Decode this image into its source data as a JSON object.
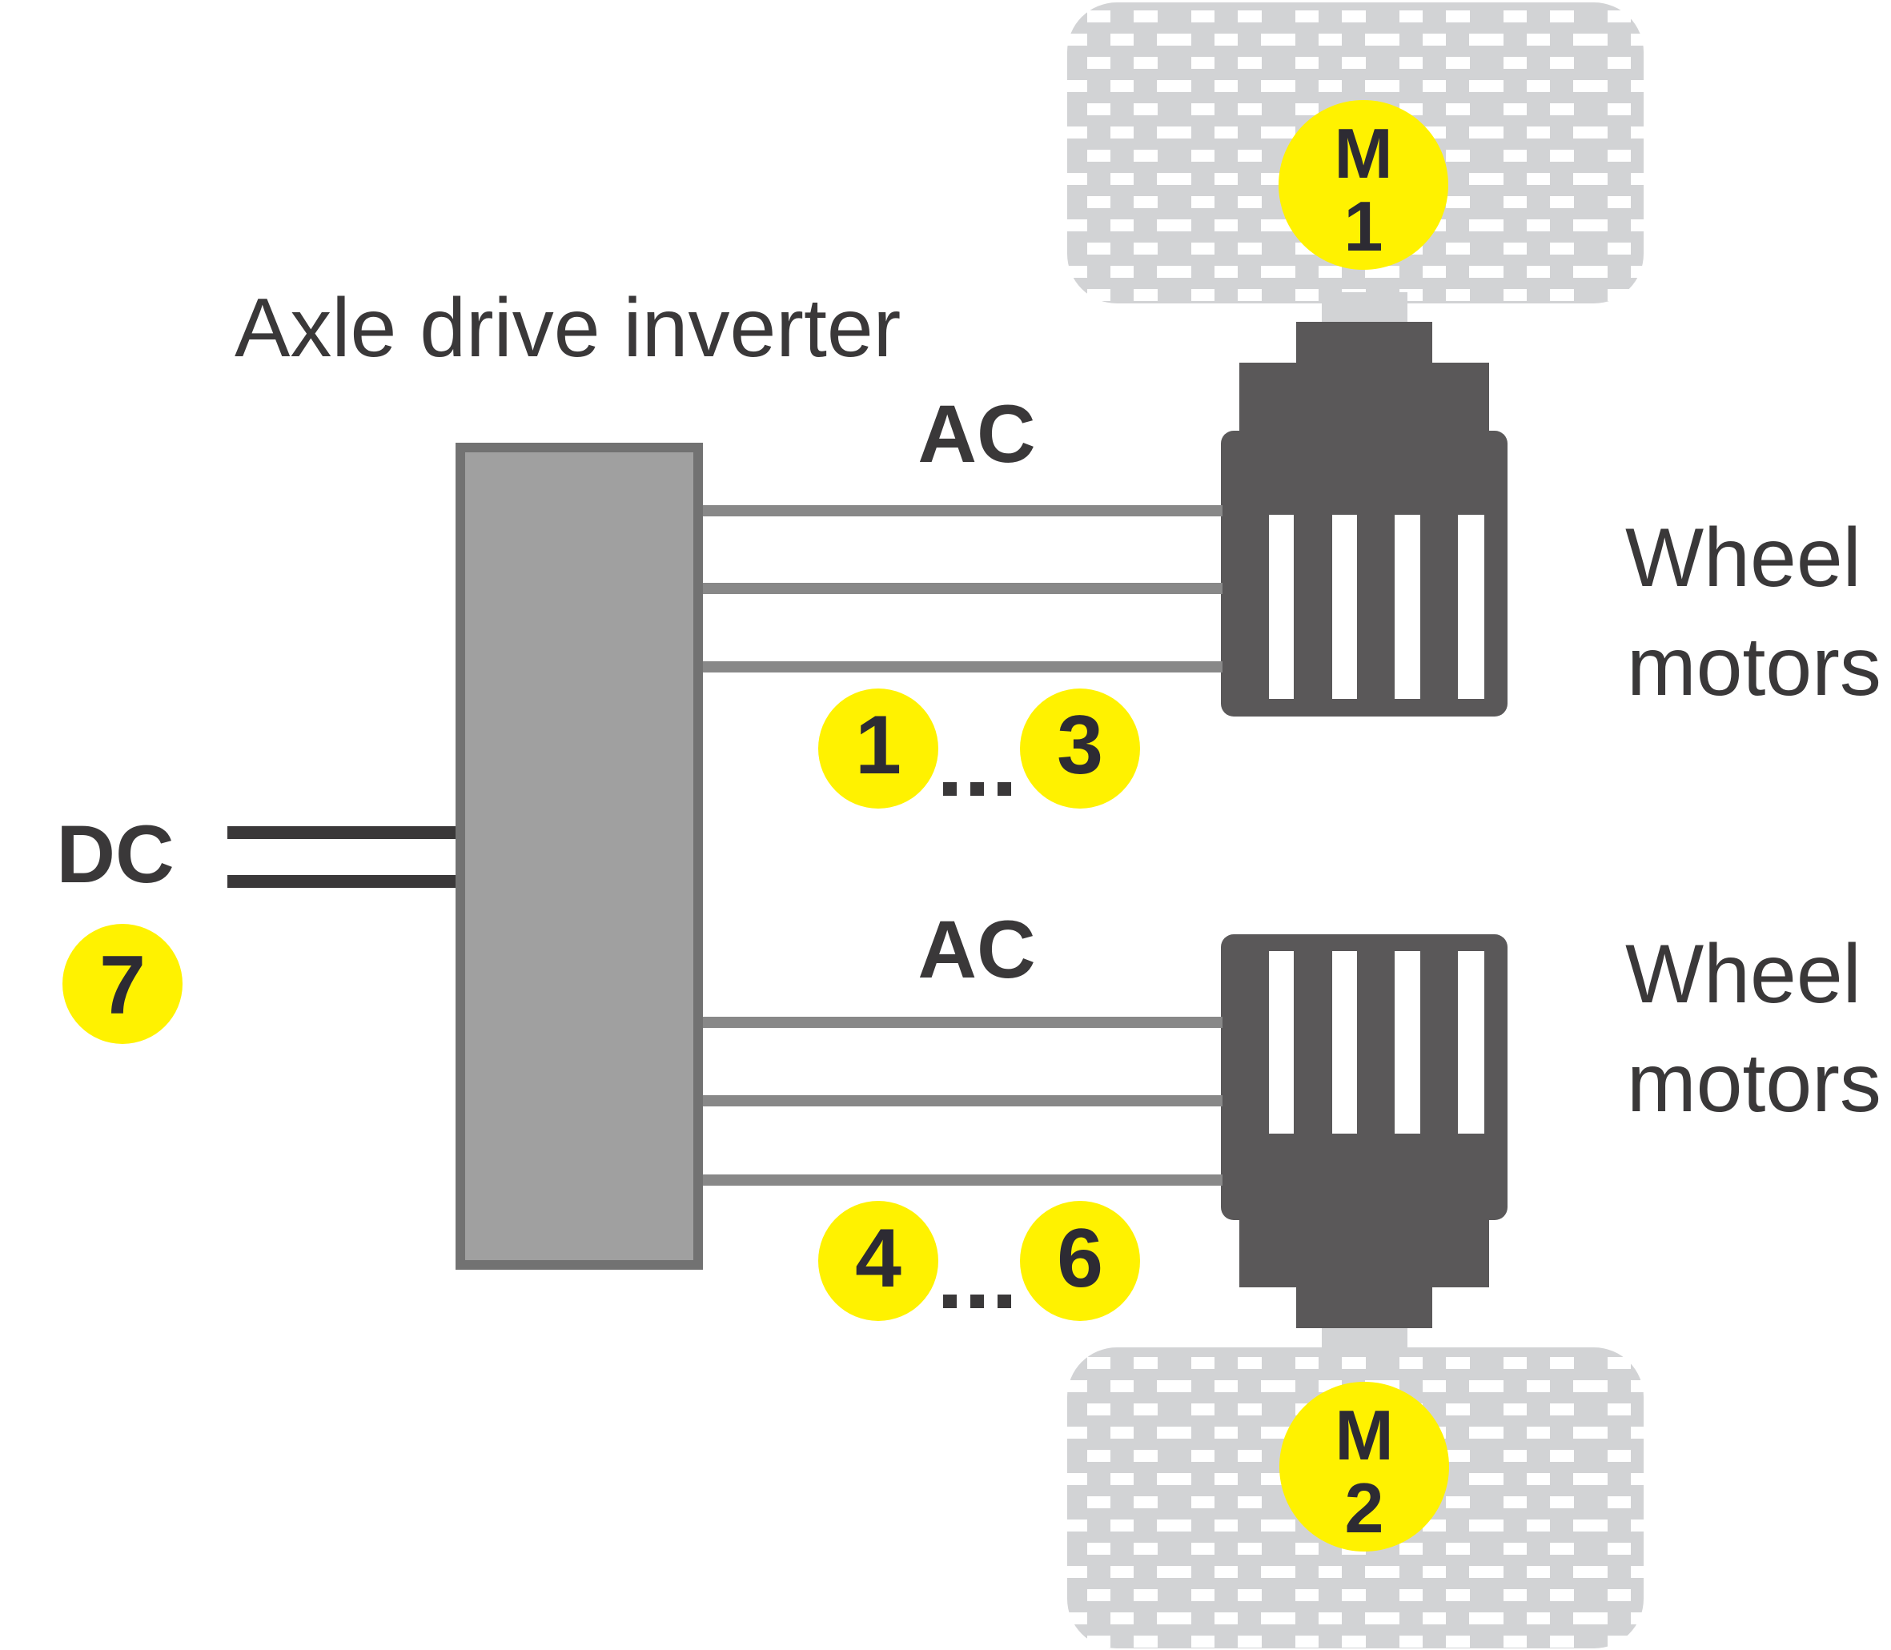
{
  "colors": {
    "badge": "#fff200",
    "motor": "#5a5859",
    "inverter_fill": "#a0a0a0",
    "inverter_border": "#727272",
    "wheel": "#d2d3d5",
    "ac_wire": "#888888",
    "dc_wire": "#3a3839",
    "text": "#3a3839"
  },
  "inverter": {
    "title": "Axle drive inverter"
  },
  "dc": {
    "label": "DC",
    "badge": "7"
  },
  "upper_branch": {
    "ac_label": "AC",
    "badge_start": "1",
    "badge_end": "3",
    "motor_label_line1": "Wheel",
    "motor_label_line2": "motors",
    "wheel_badge_line1": "M",
    "wheel_badge_line2": "1"
  },
  "lower_branch": {
    "ac_label": "AC",
    "badge_start": "4",
    "badge_end": "6",
    "motor_label_line1": "Wheel",
    "motor_label_line2": "motors",
    "wheel_badge_line1": "M",
    "wheel_badge_line2": "2"
  }
}
